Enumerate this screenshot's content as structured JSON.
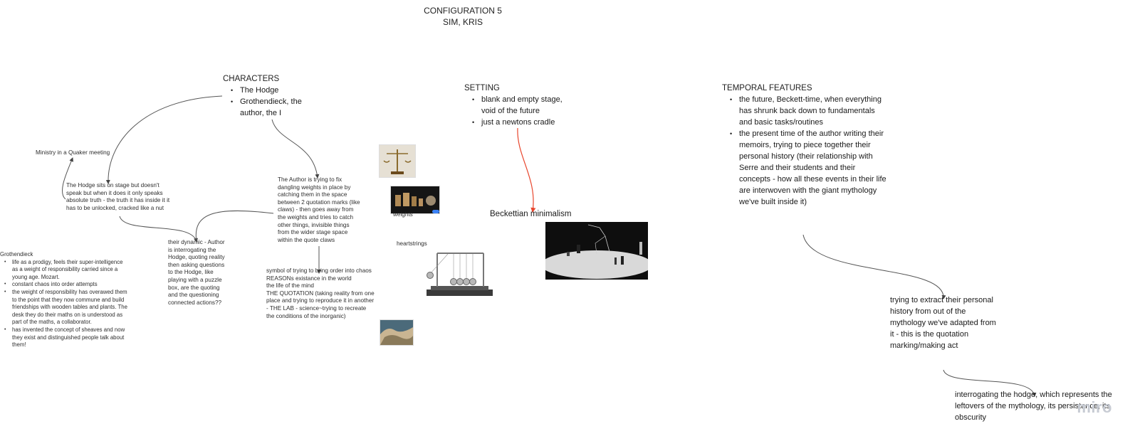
{
  "header": {
    "title": "CONFIGURATION 5",
    "subtitle": "SIM, KRIS"
  },
  "characters": {
    "heading": "CHARACTERS",
    "items": [
      "The Hodge",
      "Grothendieck, the author, the I"
    ]
  },
  "setting": {
    "heading": "SETTING",
    "items": [
      "blank and empty stage, void of the future",
      "just a newtons cradle"
    ]
  },
  "temporal": {
    "heading": "TEMPORAL FEATURES",
    "items": [
      "the future, Beckett-time, when everything has shrunk back down to fundamentals and basic tasks/routines",
      "the present time of the author writing their memoirs, trying to piece together their personal history (their relationship with Serre and their students and their concepts - how all these events in their life are interwoven with the giant mythology we've built inside it)"
    ]
  },
  "notes": {
    "ministry": "Ministry in a Quaker meeting",
    "hodge": "The Hodge sits on stage but doesn't speak but when it does it only speaks absolute truth - the truth it has inside it it has to be unlocked, cracked like a nut",
    "author": "The Author is trying to fix dangling weights in place by catching them in the space between 2 quotation marks (like claws) - then goes away from the weights and tries to catch other things, invisible things from the wider stage space within the quote claws",
    "dynamic": "their dynamic - Author is interrogating the Hodge, quoting reality then asking questions to the Hodge, like playing with a puzzle box, are the quoting and the questioning connected actions??",
    "symbol": "symbol of trying to bring order into chaos\nREASONs existance in the world\nthe life of the mind\nTHE QUOTATION (taking reality from one place and trying to reproduce it in another - THE LAB - science~trying to recreate the conditions of the inorganic)",
    "weights": "weights",
    "heartstrings": "heartstrings",
    "beckett": "Beckettian minimalism",
    "extract": "trying to extract their personal history from out of the mythology we've adapted from it - this is the quotation marking/making act",
    "interrogating": "interrogating the hodge, which represents the leftovers of the mythology, its persistance, its obscurity"
  },
  "grothendieck": {
    "heading": "Grothendieck",
    "items": [
      "life as a prodigy, feels their super-intelligence as a weight of responsibility carried since a young age. Mozart.",
      "constant chaos into order attempts",
      "the weight of responsibility has overawed them to the point that they now commune and build friendships with wooden tables and plants. The desk they do their maths on is understood as part of the maths, a collaborator.",
      "has invented the concept of sheaves and now they exist and distinguished people talk about them!"
    ]
  },
  "brand": {
    "watermark": "miro"
  },
  "colors": {
    "connector": "#555555",
    "accent_connector": "#e8452c"
  }
}
